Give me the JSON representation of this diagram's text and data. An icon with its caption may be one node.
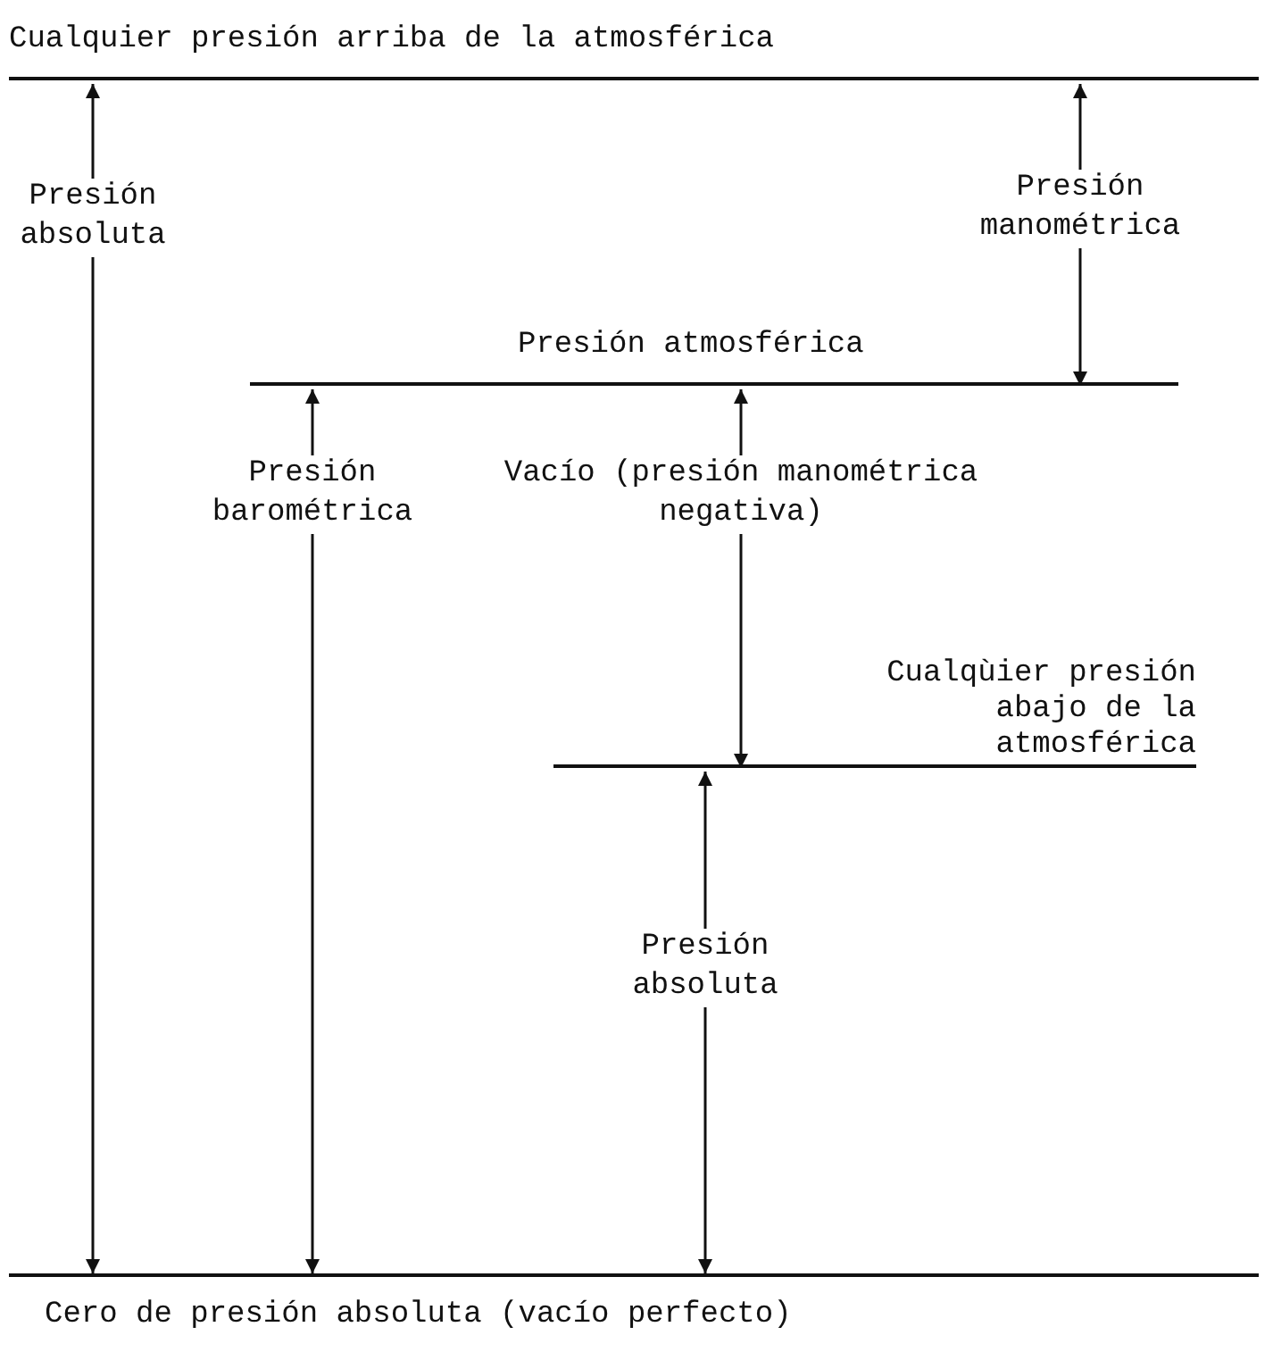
{
  "diagram": {
    "nodes": [
      {
        "text": [
          "Cualquier presión arriba de la atmosférica"
        ]
      },
      {
        "text": [
          "Presión atmosférica"
        ]
      },
      {
        "text": [
          "Cualqùier presión abajo de la atmosférica"
        ]
      },
      {
        "text": [
          "Cero de presión absoluta (vacío perfecto)"
        ]
      }
    ],
    "edges": [
      {
        "from": 3,
        "to": 0,
        "arrow": "both",
        "label": "Presión absoluta"
      },
      {
        "from": 1,
        "to": 0,
        "arrow": "both",
        "label": "Presión manométrica"
      },
      {
        "from": 3,
        "to": 1,
        "arrow": "both",
        "label": "Presión barométrica"
      },
      {
        "from": 2,
        "to": 1,
        "arrow": "both",
        "label": "Vacío (presión manométrica negativa)"
      },
      {
        "from": 3,
        "to": 2,
        "arrow": "both",
        "label": "Presión absoluta"
      }
    ]
  }
}
